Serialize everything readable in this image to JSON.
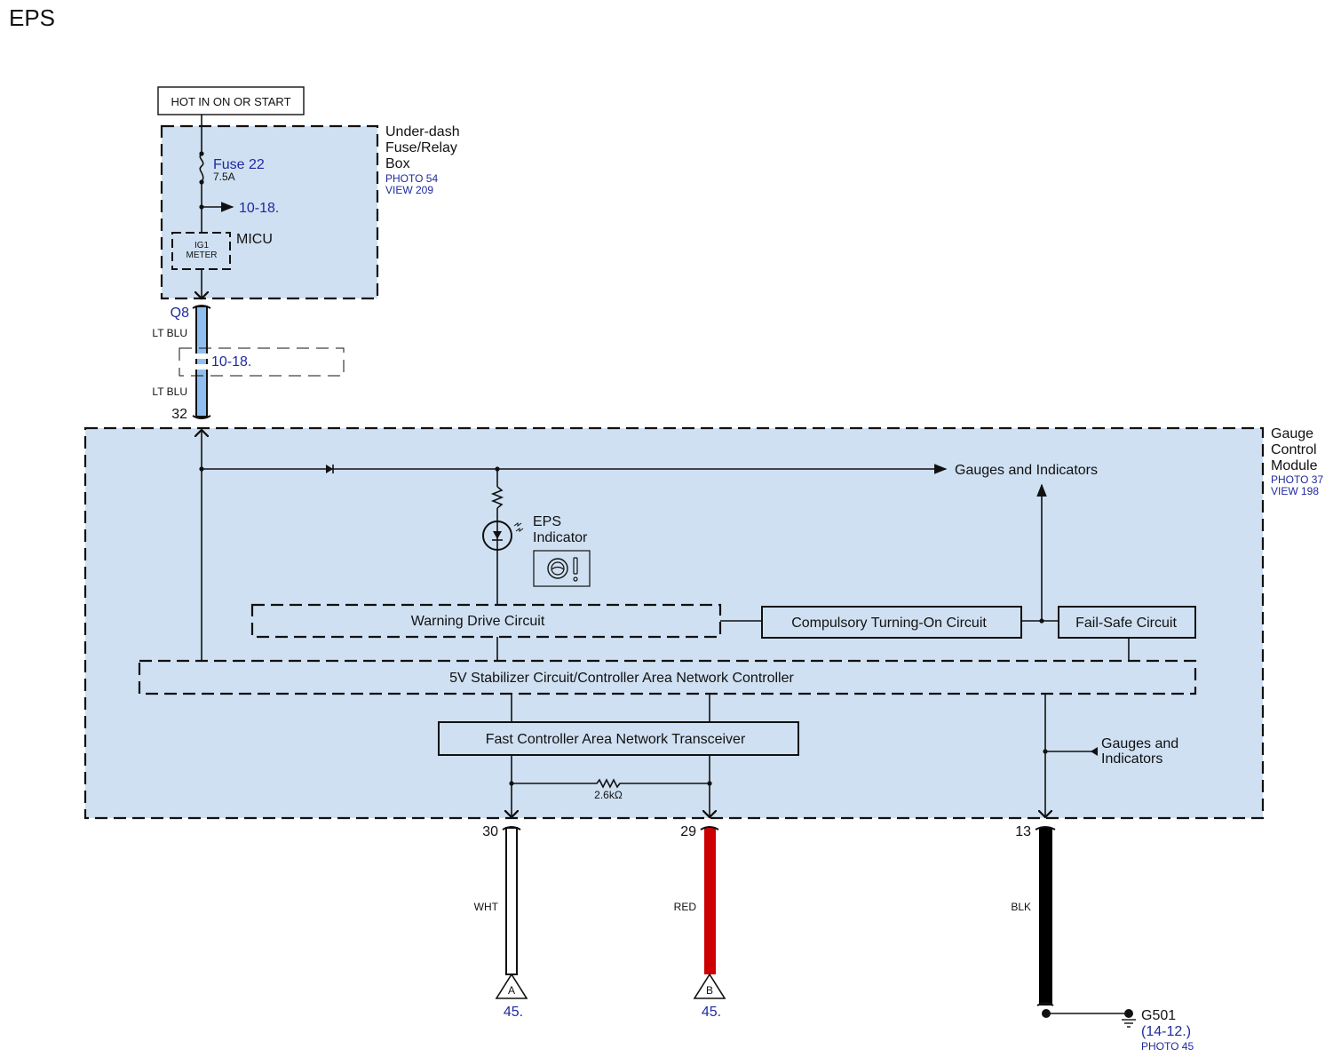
{
  "page": {
    "title": "EPS"
  },
  "colors": {
    "zone_fill": "#cfe0f2",
    "ref_blue": "#1f2a9e",
    "wire_lt_blu": "#8fbff0",
    "wire_red": "#cc0000",
    "wire_blk": "#000000",
    "wire_wht": "#ffffff"
  },
  "power": {
    "label": "HOT IN ON OR START"
  },
  "fuse_box": {
    "name_line1": "Under-dash",
    "name_line2": "Fuse/Relay",
    "name_line3": "Box",
    "photo": "PHOTO 54",
    "view": "VIEW 209",
    "fuse_name": "Fuse 22",
    "fuse_rating": "7.5A",
    "branch_ref": "10-18.",
    "micu_label": "MICU",
    "micu_box_line1": "IG1",
    "micu_box_line2": "METER"
  },
  "connector_top": {
    "pin_top": "Q8",
    "wire_color_top": "LT BLU",
    "splice_ref": "10-18.",
    "wire_color_bottom": "LT BLU",
    "pin_bottom": "32"
  },
  "gauge_module": {
    "name_line1": "Gauge",
    "name_line2": "Control",
    "name_line3": "Module",
    "photo": "PHOTO 37",
    "view": "VIEW 198",
    "gauges_top": "Gauges and Indicators",
    "eps_indicator_line1": "EPS",
    "eps_indicator_line2": "Indicator",
    "warning_drive": "Warning Drive Circuit",
    "compulsory": "Compulsory Turning-On Circuit",
    "fail_safe": "Fail-Safe Circuit",
    "stabilizer": "5V Stabilizer Circuit/Controller Area Network Controller",
    "transceiver": "Fast Controller Area Network Transceiver",
    "resistor": "2.6kΩ",
    "gauges_right_line1": "Gauges and",
    "gauges_right_line2": "Indicators"
  },
  "outputs": [
    {
      "pin": "30",
      "wire_color": "WHT",
      "connector": "A",
      "ref": "45."
    },
    {
      "pin": "29",
      "wire_color": "RED",
      "connector": "B",
      "ref": "45."
    },
    {
      "pin": "13",
      "wire_color": "BLK"
    }
  ],
  "ground": {
    "name": "G501",
    "ref": "(14-12.)",
    "photo": "PHOTO 45"
  }
}
